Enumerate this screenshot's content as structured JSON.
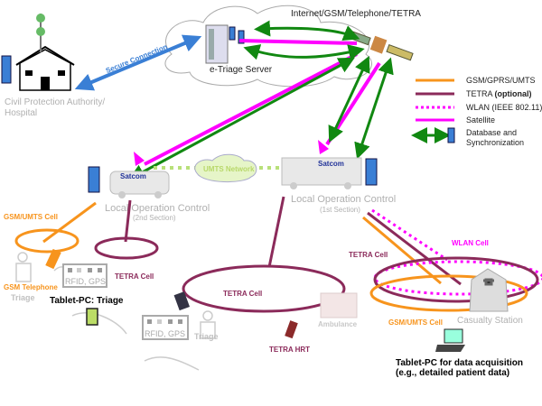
{
  "top_label": "Internet/GSM/Telephone/TETRA",
  "server_label": "e-Triage Server",
  "secure_connection": "Secure Connection",
  "hospital_label": [
    "Civil Protection Authority/",
    "Hospital"
  ],
  "legend": [
    {
      "label": "GSM/GPRS/UMTS",
      "color": "#f7941d",
      "style": "solid"
    },
    {
      "label": "TETRA",
      "suffix": "(optional)",
      "color": "#8b2a5a",
      "style": "solid"
    },
    {
      "label": "WLAN (IEEE 802.11)",
      "color": "#ff00ff",
      "style": "dotted"
    },
    {
      "label": "Satellite",
      "color": "#ff00ff",
      "style": "solid"
    },
    {
      "label": "Database and",
      "label2": "Synchronization",
      "color": "#118811",
      "style": "double-arrow"
    }
  ],
  "umts_network": "UMTS Network",
  "satcom": "Satcom",
  "loc2": {
    "title": "Local Operation Control",
    "sub": "(2nd Section)"
  },
  "loc1": {
    "title": "Local Operation Control",
    "sub": "(1st Section)"
  },
  "labels": {
    "gsm_umts_cell_left": "GSM/UMTS Cell",
    "tetra_cell_left": "TETRA Cell",
    "tetra_cell_center": "TETRA Cell",
    "tetra_cell_right": "TETRA Cell",
    "wlan_cell": "WLAN Cell",
    "gsm_umts_cell_right": "GSM/UMTS Cell",
    "gsm_telephone": "GSM Telephone",
    "triage_left": "Triage",
    "triage_center": "Triage",
    "tablet_triage": "Tablet-PC: Triage",
    "rfid_gps_1": "RFID, GPS",
    "rfid_gps_2": "RFID, GPS",
    "tetra_hrt": "TETRA HRT",
    "ambulance": "Ambulance",
    "casualty_station": "Casualty Station",
    "tablet_acq_1": "Tablet-PC for data acquisition",
    "tablet_acq_2": "(e.g., detailed patient data)"
  },
  "colors": {
    "gsm": "#f7941d",
    "tetra": "#8b2a5a",
    "wlan": "#ff00ff",
    "satellite": "#ff00ff",
    "sync": "#118811",
    "secure": "#3a7fd5",
    "grey_text": "#b0b0b0"
  }
}
